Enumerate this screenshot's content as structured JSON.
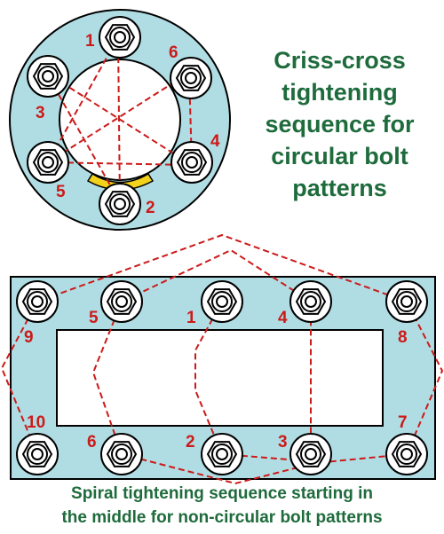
{
  "title_circular": [
    "Criss-cross",
    "tightening",
    "sequence for",
    "circular bolt",
    "patterns"
  ],
  "title_rectangular": [
    "Spiral tightening sequence starting in",
    "the middle for non-circular bolt patterns"
  ],
  "colors": {
    "plate_fill": "#b0dde3",
    "outline": "#000000",
    "line": "#cc1a1a",
    "text": "#1e6b3c",
    "gasket": "#f2d21a",
    "bolt_face": "#ffffff"
  },
  "circular_bolts": [
    {
      "label": "1"
    },
    {
      "label": "6"
    },
    {
      "label": "4"
    },
    {
      "label": "2"
    },
    {
      "label": "5"
    },
    {
      "label": "3"
    }
  ],
  "rectangular_bolts_top": [
    {
      "label": "9"
    },
    {
      "label": "5"
    },
    {
      "label": "1"
    },
    {
      "label": "4"
    },
    {
      "label": "8"
    }
  ],
  "rectangular_bolts_bottom": [
    {
      "label": "10"
    },
    {
      "label": "6"
    },
    {
      "label": "2"
    },
    {
      "label": "3"
    },
    {
      "label": "7"
    }
  ]
}
